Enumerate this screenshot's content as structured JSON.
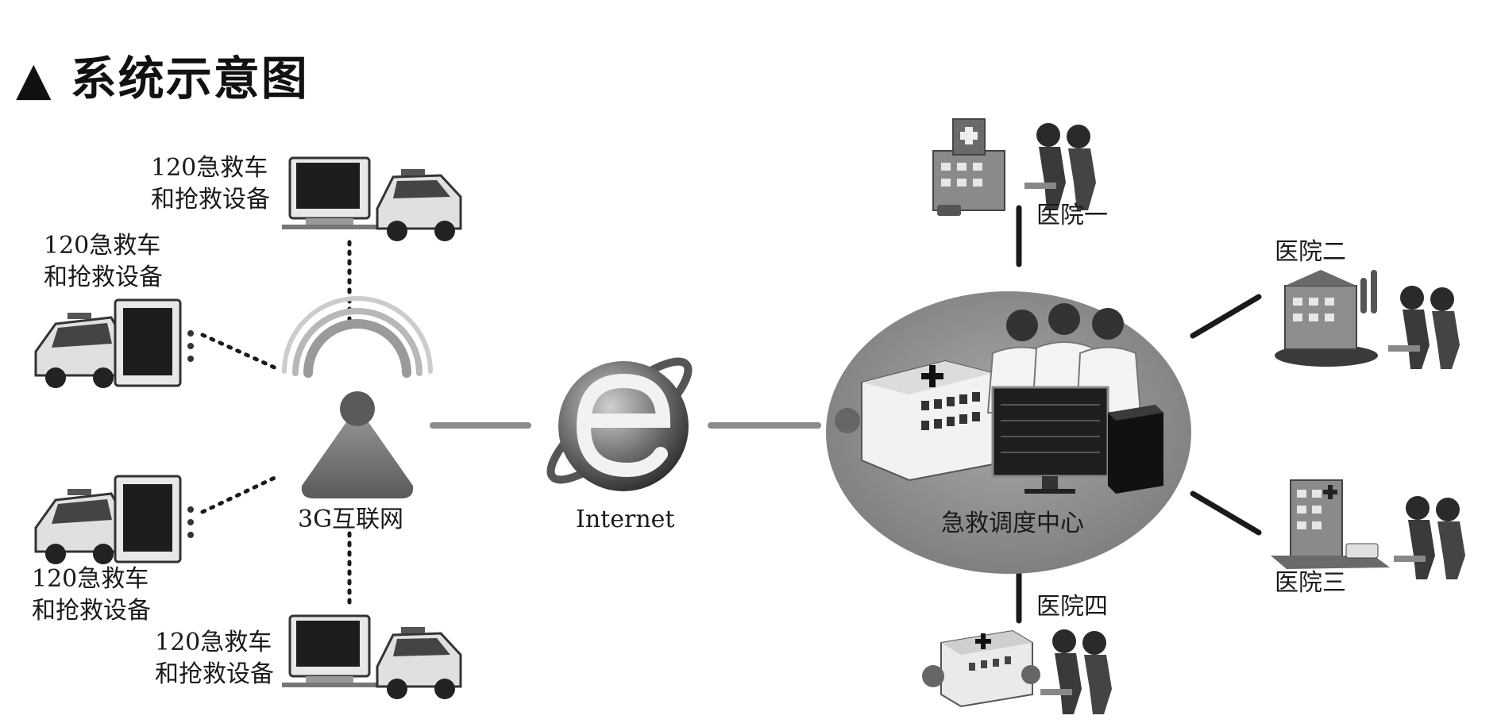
{
  "title": "▲ 系统示意图",
  "ambulances": [
    {
      "line1": "120急救车",
      "line2": "和抢救设备"
    },
    {
      "line1": "120急救车",
      "line2": "和抢救设备"
    },
    {
      "line1": "120急救车",
      "line2": "和抢救设备"
    },
    {
      "line1": "120急救车",
      "line2": "和抢救设备"
    }
  ],
  "tower": {
    "label": "3G互联网"
  },
  "internet": {
    "label": "Internet"
  },
  "center": {
    "label": "急救调度中心"
  },
  "hospitals": [
    {
      "label": "医院一"
    },
    {
      "label": "医院二"
    },
    {
      "label": "医院三"
    },
    {
      "label": "医院四"
    }
  ],
  "colors": {
    "line": "#1a1a1a",
    "link": "#7a7a7a",
    "ellipse": "#8c8c8c",
    "dark": "#2a2a2a"
  }
}
